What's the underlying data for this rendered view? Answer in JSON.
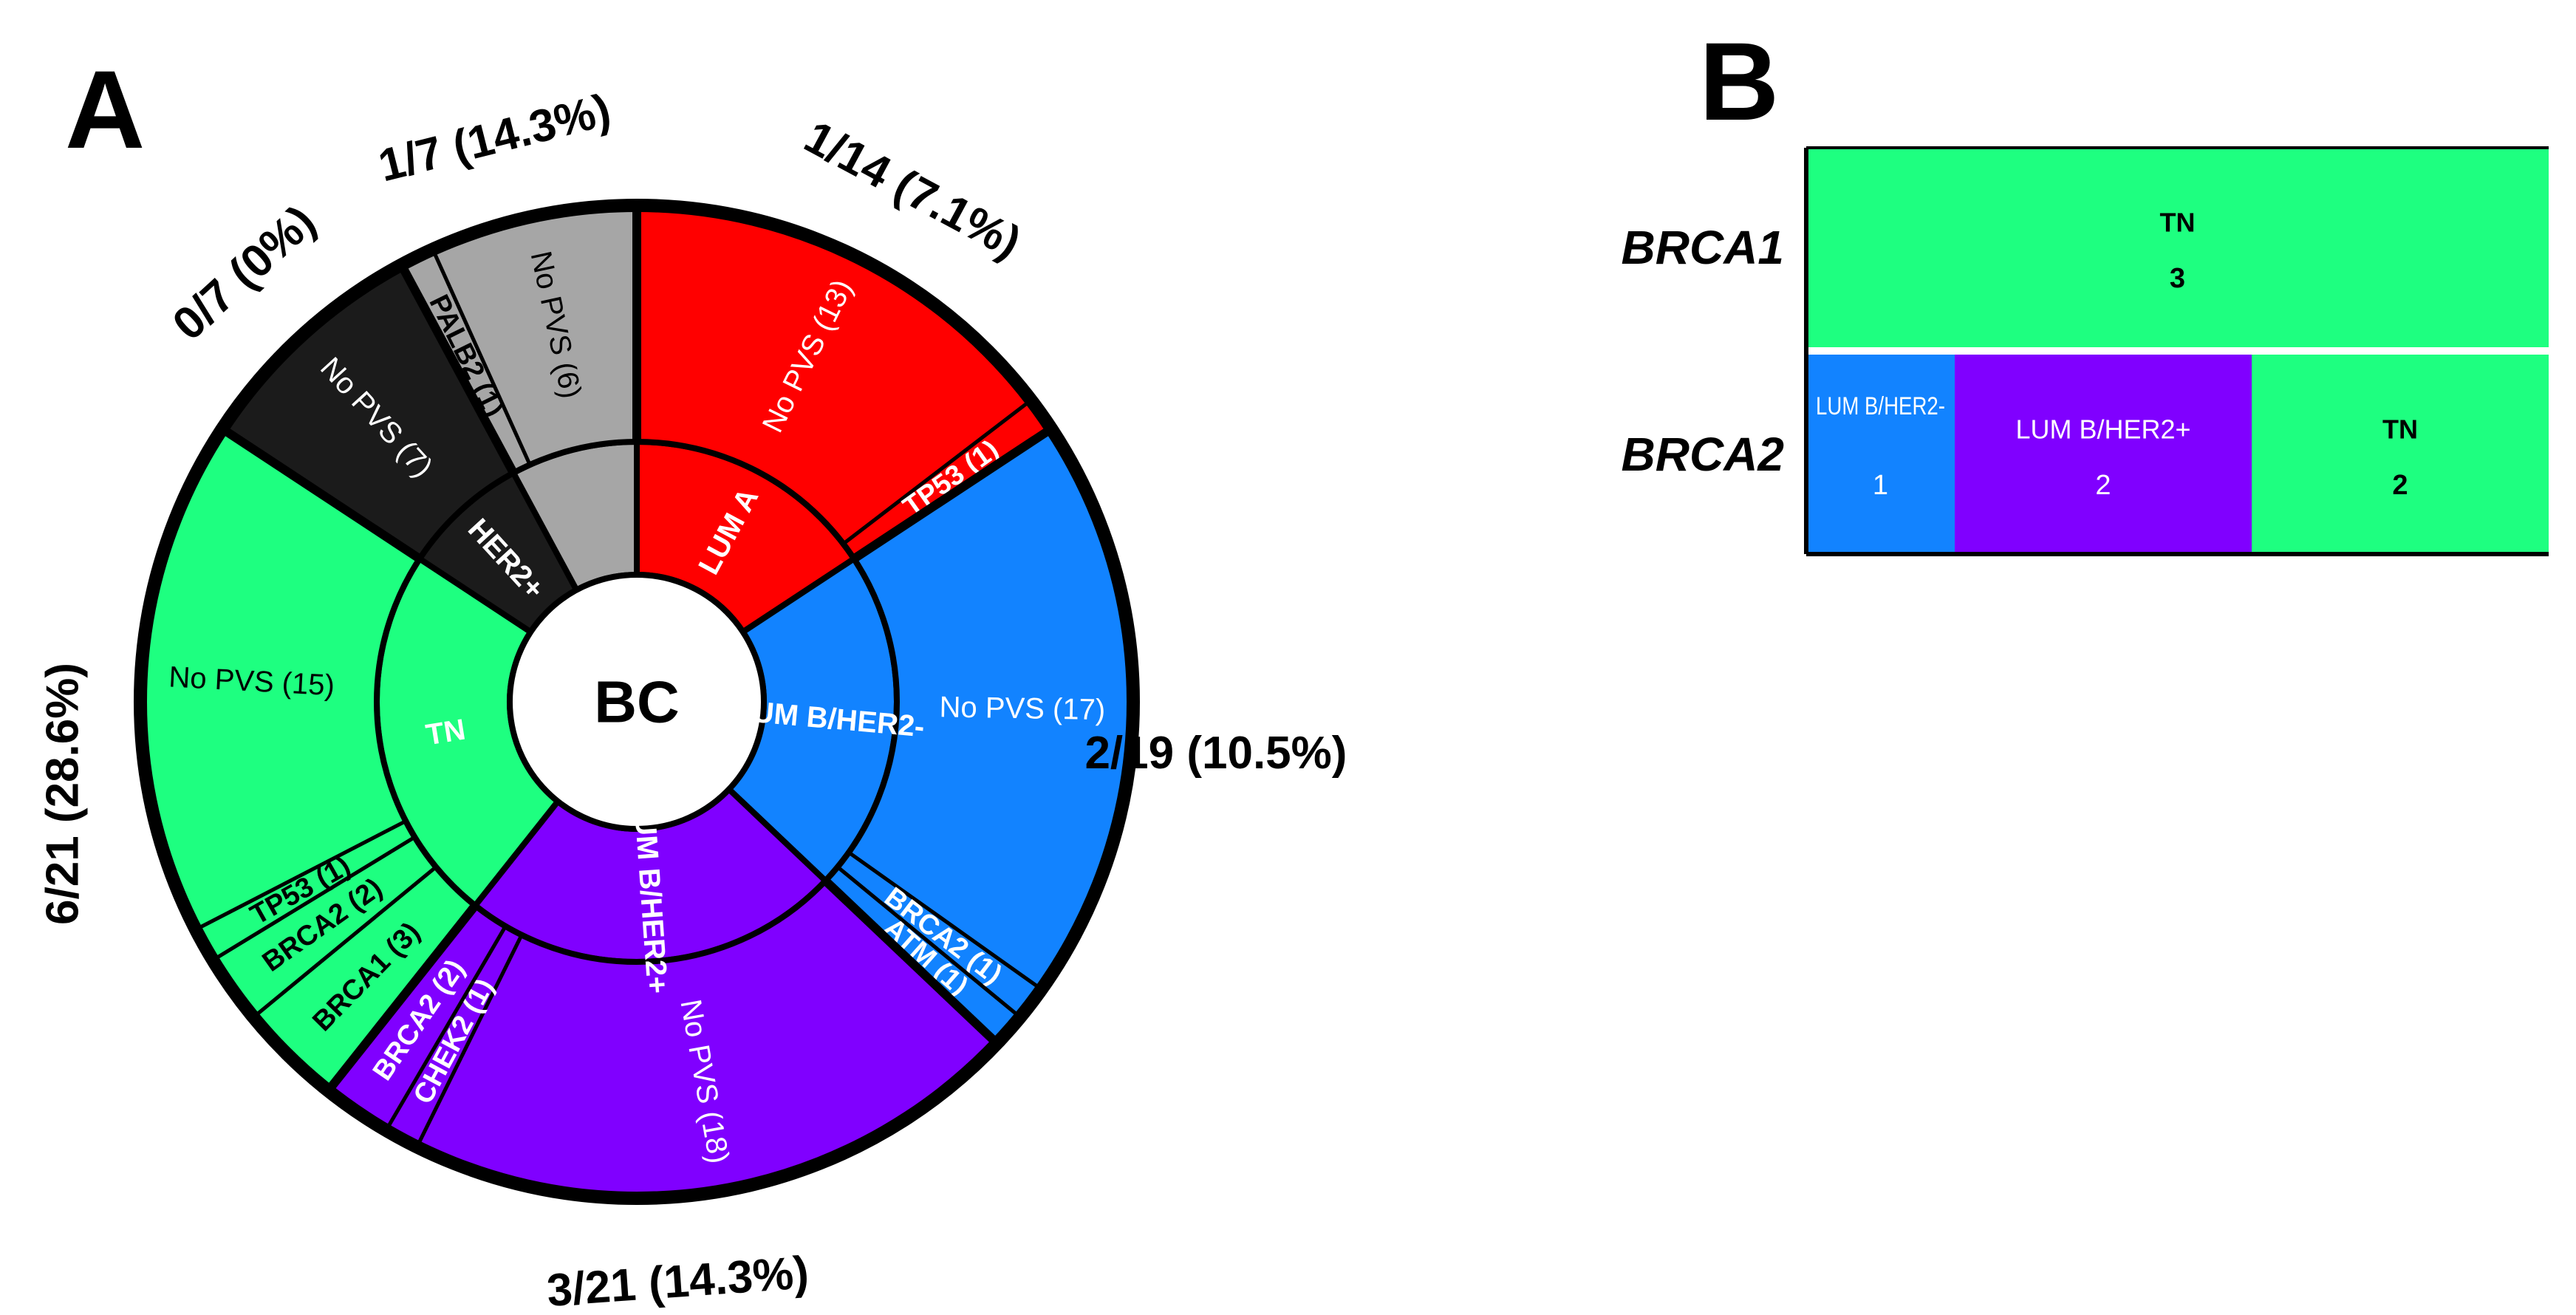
{
  "panels": {
    "a_label": "A",
    "b_label": "B"
  },
  "colors": {
    "LUM A": "#ff0000",
    "LUM B/HER2-": "#1283ff",
    "LUM B/HER2+": "#8000ff",
    "TN": "#1eff80",
    "HER2+": "#1b1b1b",
    "gray": "#a6a6a6",
    "outline": "#000000"
  },
  "chart_data": [
    {
      "type": "pie",
      "variant": "sunburst",
      "center_label": "BC",
      "groups": [
        {
          "name": "LUM A",
          "label": "LUM A",
          "total": 14,
          "color": "#ff0000",
          "summary": "1/14 (7.1%)",
          "segments": [
            {
              "label": "No PVS (13)",
              "value": 13
            },
            {
              "label": "TP53 (1)",
              "value": 1
            }
          ]
        },
        {
          "name": "LUM B/HER2-",
          "label": "LUM B/HER2-",
          "total": 19,
          "color": "#1283ff",
          "summary": "2/19 (10.5%)",
          "segments": [
            {
              "label": "No PVS (17)",
              "value": 17
            },
            {
              "label": "BRCA2 (1)",
              "value": 1
            },
            {
              "label": "ATM (1)",
              "value": 1
            }
          ]
        },
        {
          "name": "LUM B/HER2+",
          "label": "LUM B/HER2+",
          "total": 21,
          "color": "#8000ff",
          "summary": "3/21 (14.3%)",
          "segments": [
            {
              "label": "No PVS (18)",
              "value": 18
            },
            {
              "label": "CHEK2 (1)",
              "value": 1
            },
            {
              "label": "BRCA2 (2)",
              "value": 2
            }
          ]
        },
        {
          "name": "TN",
          "label": "TN",
          "total": 21,
          "color": "#1eff80",
          "summary": "6/21 (28.6%)",
          "segments": [
            {
              "label": "BRCA1 (3)",
              "value": 3
            },
            {
              "label": "BRCA2 (2)",
              "value": 2
            },
            {
              "label": "TP53 (1)",
              "value": 1
            },
            {
              "label": "No PVS (15)",
              "value": 15
            }
          ]
        },
        {
          "name": "HER2+",
          "label": "HER2+",
          "total": 7,
          "color": "#1b1b1b",
          "summary": "0/7 (0%)",
          "segments": [
            {
              "label": "No PVS (7)",
              "value": 7
            }
          ]
        },
        {
          "name": "gray",
          "label": "",
          "total": 7,
          "color": "#a6a6a6",
          "summary": "1/7 (14.3%)",
          "segments": [
            {
              "label": "PALB2 (1)",
              "value": 1
            },
            {
              "label": "No PVS (6)",
              "value": 6
            }
          ]
        }
      ]
    },
    {
      "type": "bar",
      "orientation": "horizontal",
      "stacked": true,
      "categories": [
        "BRCA1",
        "BRCA2"
      ],
      "bars": [
        {
          "category": "BRCA1",
          "segments": [
            {
              "label": "TN",
              "value": 3,
              "color": "#1eff80"
            }
          ]
        },
        {
          "category": "BRCA2",
          "segments": [
            {
              "label": "LUM B/HER2-",
              "value": 1,
              "color": "#1283ff"
            },
            {
              "label": "LUM B/HER2+",
              "value": 2,
              "color": "#8000ff"
            },
            {
              "label": "TN",
              "value": 2,
              "color": "#1eff80"
            }
          ]
        }
      ]
    }
  ]
}
